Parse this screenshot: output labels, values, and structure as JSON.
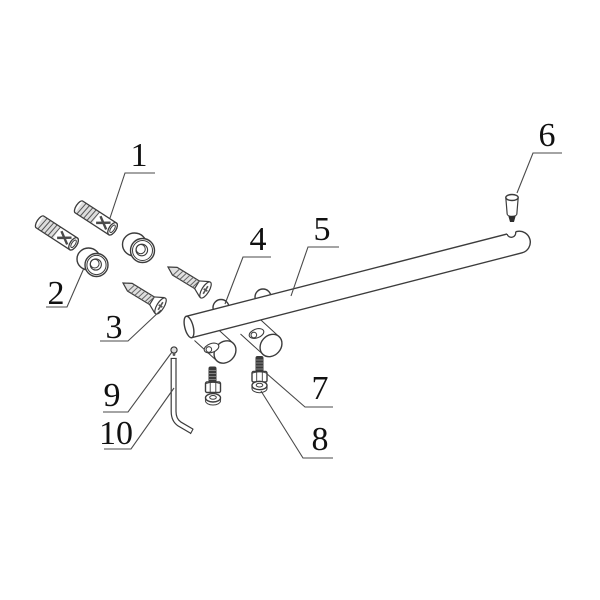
{
  "figure": {
    "kind": "exploded-parts-diagram",
    "background_color": "#ffffff",
    "line_color": "#3c3c3c",
    "label_color": "#111111"
  },
  "callouts": [
    {
      "num": "1",
      "part": "wall-anchor"
    },
    {
      "num": "2",
      "part": "trim-cap"
    },
    {
      "num": "3",
      "part": "mounting-screw"
    },
    {
      "num": "4",
      "part": "wall-bracket-post"
    },
    {
      "num": "5",
      "part": "towel-bar"
    },
    {
      "num": "6",
      "part": "end-pin"
    },
    {
      "num": "7",
      "part": "hex-socket-bolt"
    },
    {
      "num": "8",
      "part": "washer"
    },
    {
      "num": "9",
      "part": "set-screw"
    },
    {
      "num": "10",
      "part": "allen-key"
    }
  ]
}
